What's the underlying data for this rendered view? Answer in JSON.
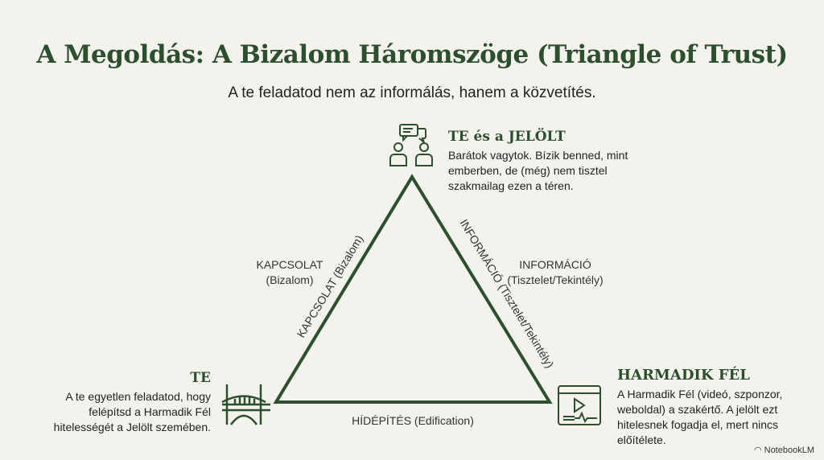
{
  "title": "A Megoldás: A Bizalom Háromszöge (Triangle of Trust)",
  "subtitle": "A te feladatod nem az informálás, hanem a közvetítés.",
  "nodes": {
    "top": {
      "title": "TE és a JELÖLT",
      "lines": [
        "Barátok vagytok. Bízik benned, mint",
        "emberben, de (még) nem tisztel",
        "szakmailag ezen a téren."
      ]
    },
    "left": {
      "title": "TE",
      "lines": [
        "A te egyetlen feladatod, hogy",
        "felépítsd a Harmadik Fél",
        "hitelességét a Jelölt szemében."
      ]
    },
    "right": {
      "title": "HARMADIK FÉL",
      "lines": [
        "A Harmadik Fél (videó, szponzor,",
        "weboldal) a szakértő. A jelölt ezt",
        "hitelesnek fogadja el, mert nincs",
        "előítélete."
      ]
    }
  },
  "edges": {
    "left": {
      "label": "KAPCSOLAT (Bizalom)",
      "side_line1": "KAPCSOLAT",
      "side_line2": "(Bizalom)"
    },
    "right": {
      "label": "INFORMÁCIÓ (Tisztelet/Tekintély)",
      "side_line1": "INFORMÁCIÓ",
      "side_line2": "(Tisztelet/Tekintély)"
    },
    "bottom": {
      "label": "HÍDÉPÍTÉS (Edification)"
    }
  },
  "branding": "NotebookLM",
  "colors": {
    "accent": "#2c4f2e",
    "background": "#f3f2ec"
  }
}
